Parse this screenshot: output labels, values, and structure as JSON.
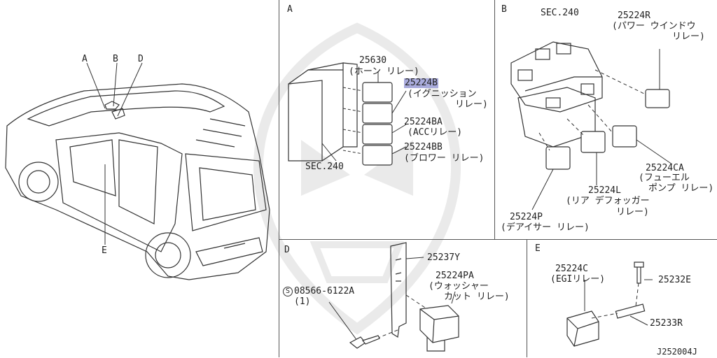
{
  "sections": {
    "a": "A",
    "b": "B",
    "d": "D",
    "e": "E"
  },
  "car_callouts": {
    "a": "A",
    "b": "B",
    "d": "D",
    "e": "E"
  },
  "parts": {
    "p25630": {
      "num": "25630",
      "name": "(ホーン リレー)"
    },
    "p25224B": {
      "num": "25224B",
      "name1": "(イグニッション",
      "name2": "リレー)"
    },
    "p25224BA": {
      "num": "25224BA",
      "name": "(ACCリレー)"
    },
    "p25224BB": {
      "num": "25224BB",
      "name": "(ブロワー リレー)"
    },
    "secA": "SEC.240",
    "secB": "SEC.240",
    "p25224R": {
      "num": "25224R",
      "name1": "(パワー ウインドウ",
      "name2": "リレー)"
    },
    "p25224CA": {
      "num": "25224CA",
      "name1": "(フューエル",
      "name2": "ポンプ リレー)"
    },
    "p25224L": {
      "num": "25224L",
      "name1": "(リア デフォッガー",
      "name2": "リレー)"
    },
    "p25224P": {
      "num": "25224P",
      "name": "(デアイサー リレー)"
    },
    "p25237Y": {
      "num": "25237Y"
    },
    "p25224PA": {
      "num": "25224PA",
      "name1": "(ウォッシャー",
      "name2": "カット リレー)"
    },
    "p08566": {
      "num": "08566-6122A",
      "qty": "(1)",
      "symbol": "S"
    },
    "p25224C": {
      "num": "25224C",
      "name": "(EGIリレー)"
    },
    "p25232E": {
      "num": "25232E"
    },
    "p25233R": {
      "num": "25233R"
    }
  },
  "diagram_code": "J252004J",
  "icons": [
    "car-illustration",
    "relay-block-icon",
    "relay-icon",
    "bolt-icon",
    "bracket-icon",
    "watermark-crest"
  ]
}
